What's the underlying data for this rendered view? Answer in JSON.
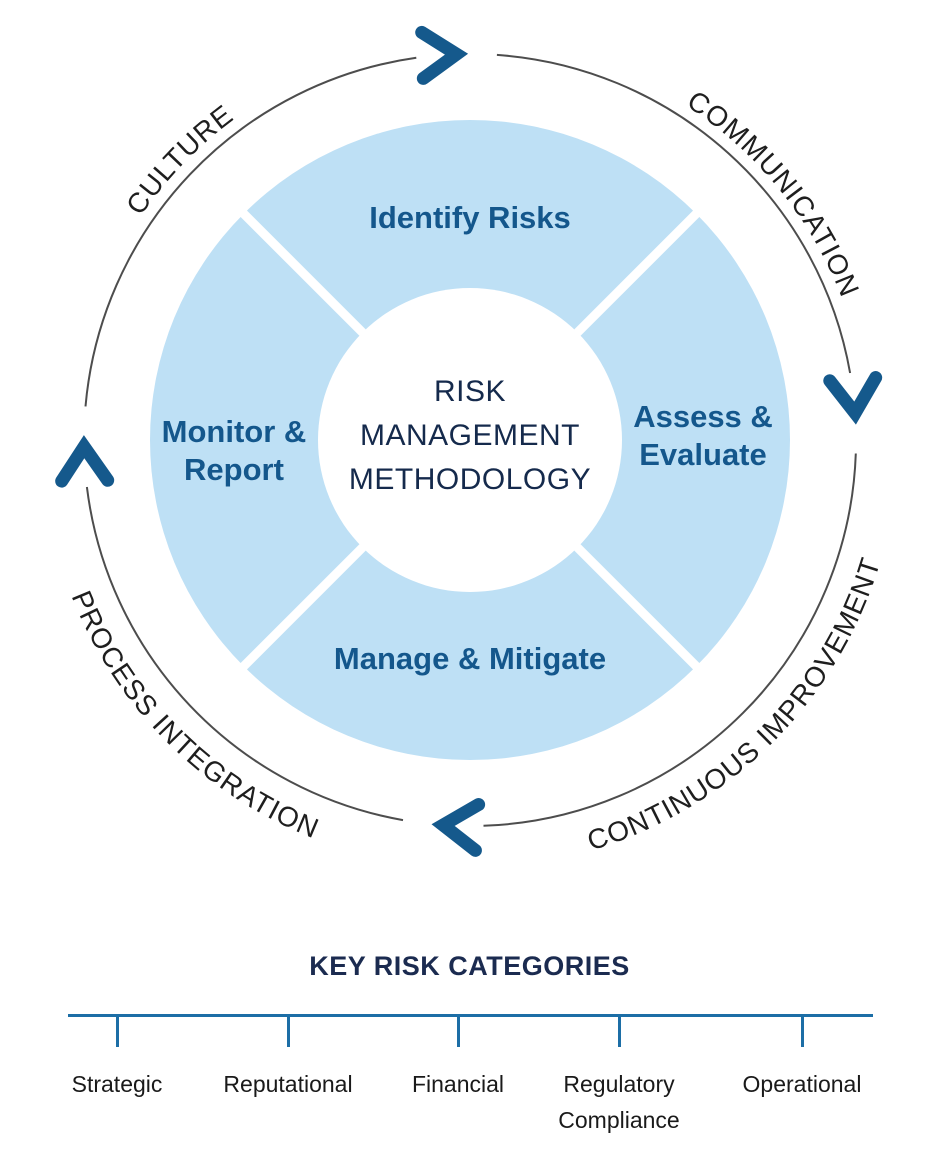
{
  "diagram": {
    "center_title": [
      "RISK",
      "MANAGEMENT",
      "METHODOLOGY"
    ],
    "quadrants": {
      "top": "Identify Risks",
      "right": [
        "Assess &",
        "Evaluate"
      ],
      "bottom": "Manage & Mitigate",
      "left": [
        "Monitor &",
        "Report"
      ]
    },
    "outer_labels": {
      "top_left": "CULTURE",
      "top_right": "COMMUNICATION",
      "bottom_right": "CONTINUOUS IMPROVEMENT",
      "bottom_left": "PROCESS INTEGRATION"
    },
    "flow_direction": "clockwise"
  },
  "key_risk_categories": {
    "title": "KEY RISK CATEGORIES",
    "items": [
      "Strategic",
      "Reputational",
      "Financial",
      "Regulatory Compliance",
      "Operational"
    ]
  },
  "colors": {
    "donut_fill": "#bee0f5",
    "quadrant_text": "#14578c",
    "arrow_blue": "#15598c",
    "center_text_navy": "#152a4c",
    "section_title_navy": "#1b2b50",
    "axis_line_blue": "#1c6ea6",
    "cycle_ring_gray": "#4d4d4d",
    "outer_label_black": "#1e1e1e"
  }
}
